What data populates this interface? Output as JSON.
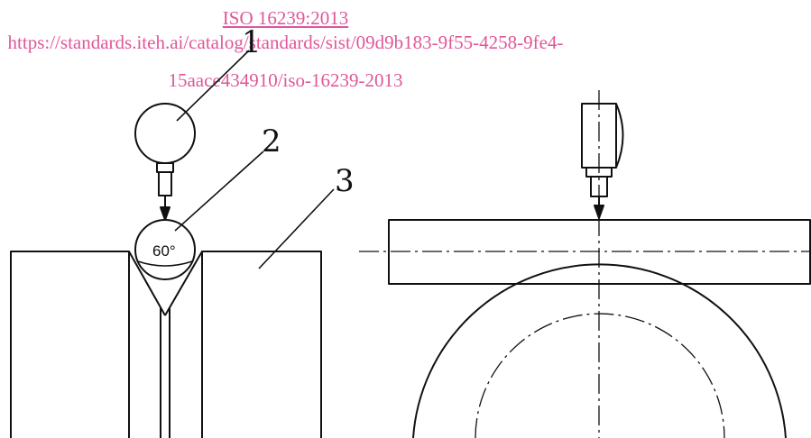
{
  "watermark": {
    "link_text": "ISO 16239:2013",
    "url_line1": "https://standards.iteh.ai/catalog/standards/sist/09d9b183-9f55-4258-9fe4-",
    "url_line2": "15aace434910/iso-16239-2013",
    "color": "#e0569a"
  },
  "callouts": {
    "c1": "1",
    "c2": "2",
    "c3": "3"
  },
  "angle_label": "60°"
}
